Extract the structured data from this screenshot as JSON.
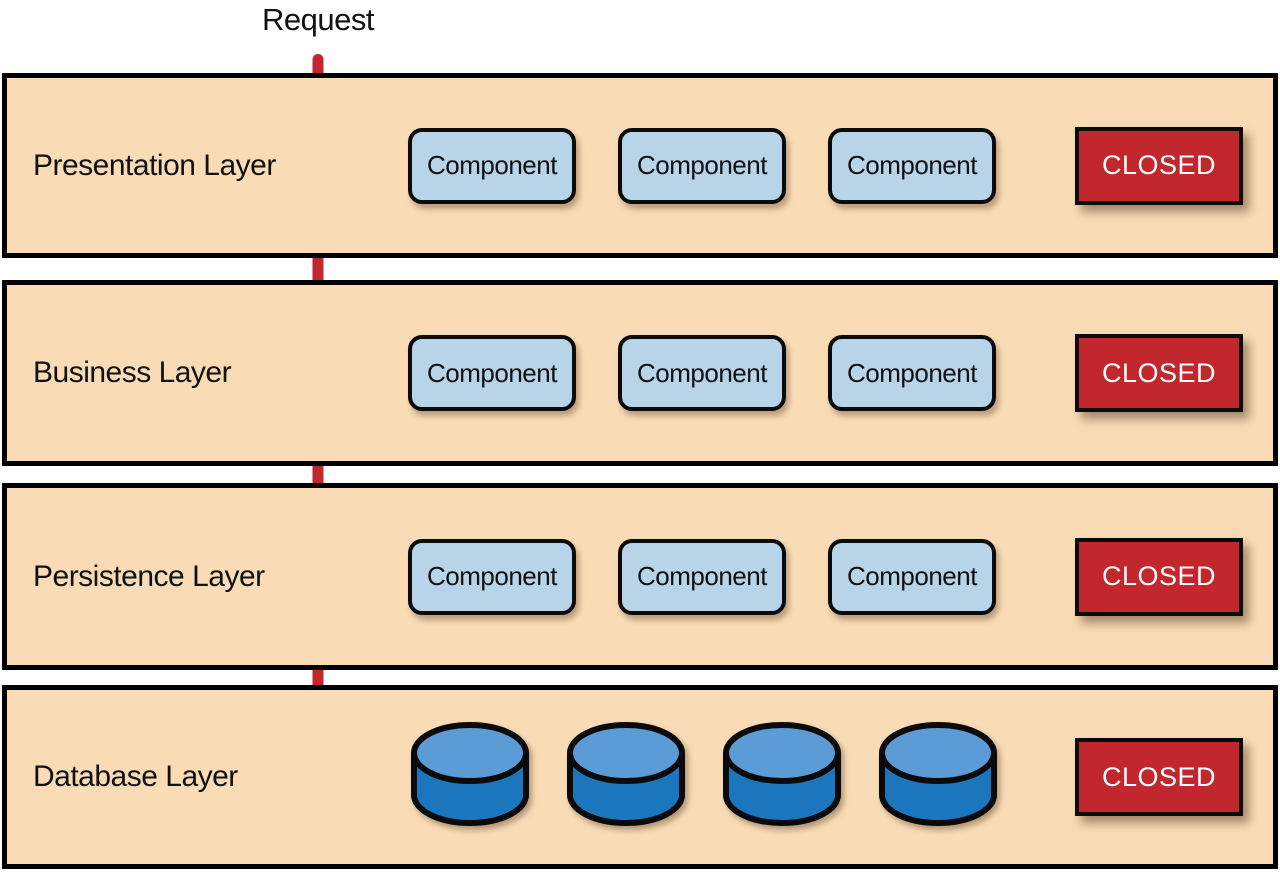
{
  "request_label": "Request",
  "layers": [
    {
      "name": "Presentation Layer",
      "components": [
        "Component",
        "Component",
        "Component"
      ],
      "status": "CLOSED"
    },
    {
      "name": "Business Layer",
      "components": [
        "Component",
        "Component",
        "Component"
      ],
      "status": "CLOSED"
    },
    {
      "name": "Persistence Layer",
      "components": [
        "Component",
        "Component",
        "Component"
      ],
      "status": "CLOSED"
    },
    {
      "name": "Database Layer",
      "database_count": 4,
      "status": "CLOSED"
    }
  ],
  "colors": {
    "layer_bg": "#f9dcb5",
    "layer_border": "#000000",
    "component_bg": "#b7d4e9",
    "closed_bg": "#c2272e",
    "closed_text": "#ffffff",
    "arrow": "#c2272e",
    "cylinder_top": "#5b9cd7",
    "cylinder_body": "#1b76bd",
    "text": "#111111"
  }
}
